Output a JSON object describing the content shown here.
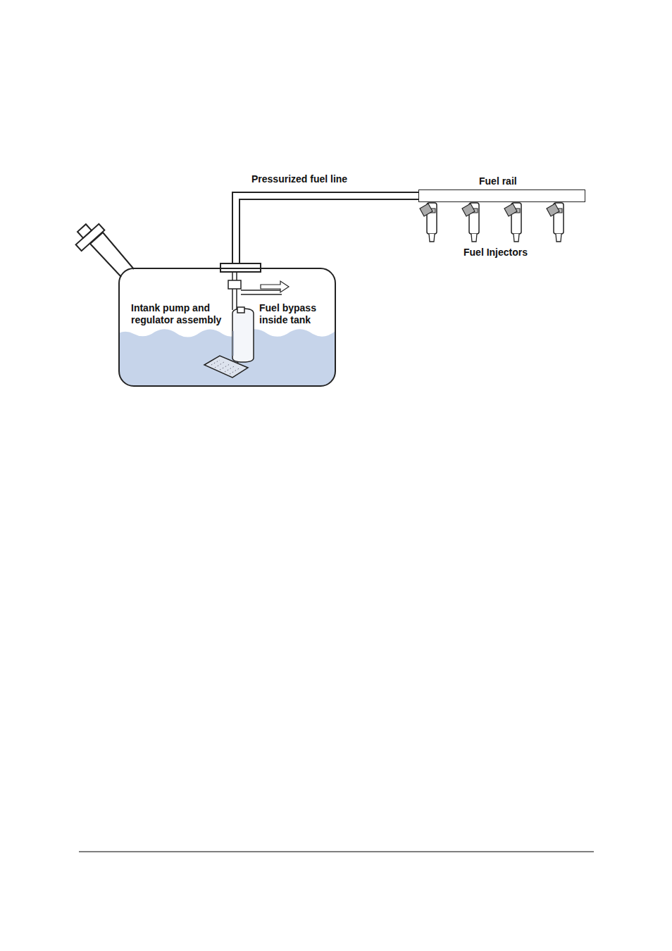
{
  "diagram": {
    "nodes": [
      {
        "text": [
          "Intank pump and regulator assembly",
          "Fuel bypass inside tank"
        ]
      },
      {
        "text": [
          "Fuel rail"
        ]
      }
    ],
    "edges": [
      {
        "from": 0,
        "to": 1,
        "arrow": "none",
        "label": "Pressurized fuel line"
      }
    ],
    "labels": [
      "Fuel Injectors"
    ]
  }
}
